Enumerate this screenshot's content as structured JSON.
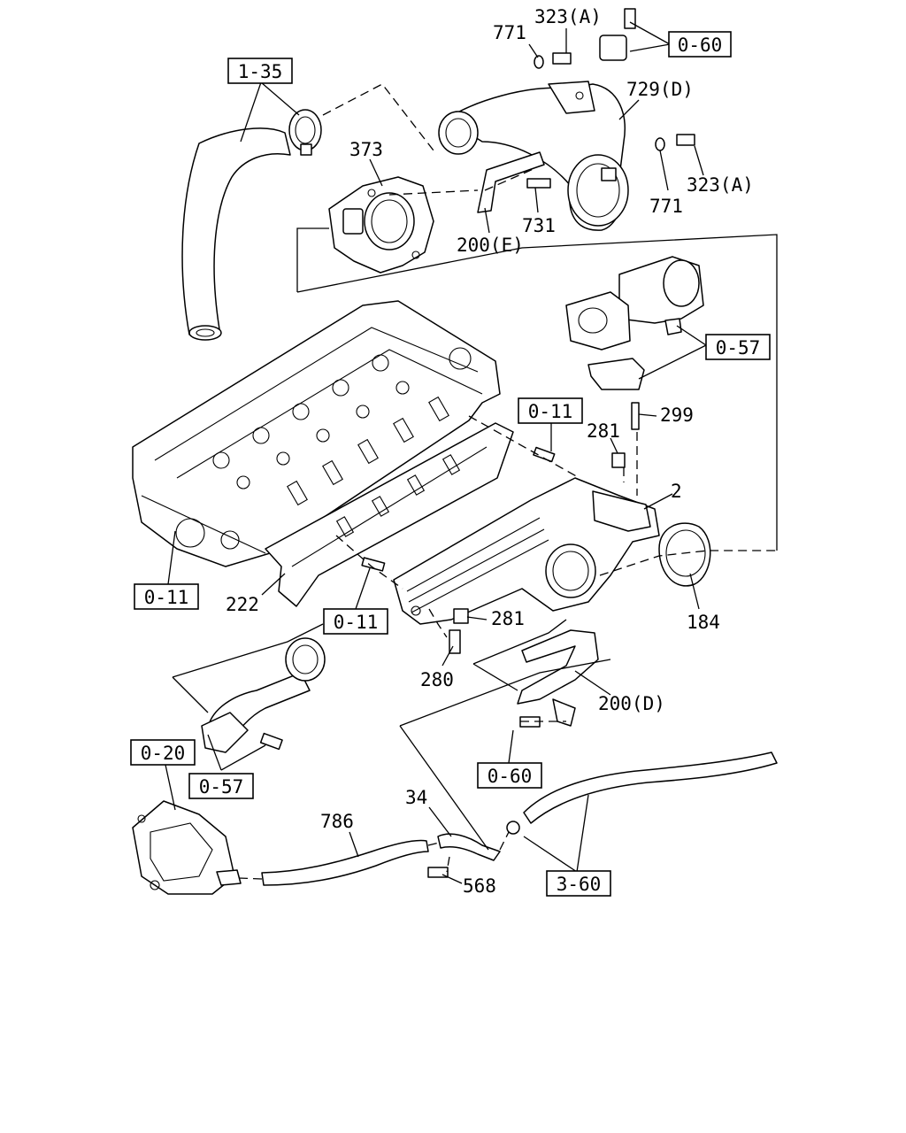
{
  "ref_boxes": [
    {
      "id": "r1",
      "text": "1-35"
    },
    {
      "id": "r2",
      "text": "0-60"
    },
    {
      "id": "r3",
      "text": "0-57"
    },
    {
      "id": "r4",
      "text": "0-11"
    },
    {
      "id": "r5",
      "text": "0-11"
    },
    {
      "id": "r6",
      "text": "0-11"
    },
    {
      "id": "r7",
      "text": "0-57"
    },
    {
      "id": "r8",
      "text": "0-20"
    },
    {
      "id": "r9",
      "text": "0-60"
    },
    {
      "id": "r10",
      "text": "3-60"
    }
  ],
  "part_labels": [
    {
      "id": "p323a_top",
      "text": "323(A)"
    },
    {
      "id": "p771_top",
      "text": "771"
    },
    {
      "id": "p729d",
      "text": "729(D)"
    },
    {
      "id": "p373",
      "text": "373"
    },
    {
      "id": "p771_right",
      "text": "771"
    },
    {
      "id": "p323a_right",
      "text": "323(A)"
    },
    {
      "id": "p731",
      "text": "731"
    },
    {
      "id": "p200e",
      "text": "200(E)"
    },
    {
      "id": "p281_top",
      "text": "281"
    },
    {
      "id": "p299",
      "text": "299"
    },
    {
      "id": "p2",
      "text": "2"
    },
    {
      "id": "p184",
      "text": "184"
    },
    {
      "id": "p222",
      "text": "222"
    },
    {
      "id": "p281_bot",
      "text": "281"
    },
    {
      "id": "p280",
      "text": "280"
    },
    {
      "id": "p200d",
      "text": "200(D)"
    },
    {
      "id": "p34",
      "text": "34"
    },
    {
      "id": "p786",
      "text": "786"
    },
    {
      "id": "p568",
      "text": "568"
    }
  ]
}
